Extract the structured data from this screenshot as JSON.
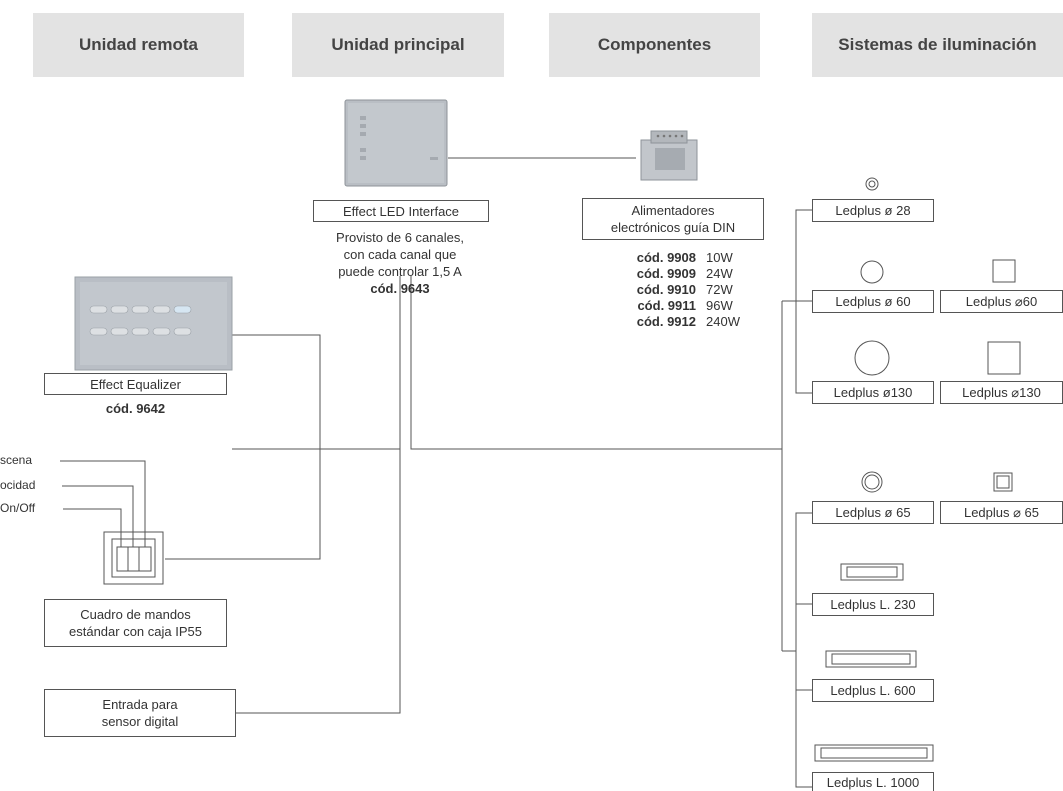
{
  "headers": [
    "Unidad remota",
    "Unidad principal",
    "Componentes",
    "Sistemas de iluminación"
  ],
  "interface": {
    "name": "Effect LED Interface",
    "desc1": "Provisto de 6 canales,",
    "desc2": "con cada canal que",
    "desc3": "puede controlar 1,5 A",
    "code": "cód. 9643"
  },
  "psu": {
    "title1": "Alimentadores",
    "title2": "electrónicos guía DIN",
    "items": [
      {
        "code": "cód. 9908",
        "watt": "10W"
      },
      {
        "code": "cód. 9909",
        "watt": "24W"
      },
      {
        "code": "cód. 9910",
        "watt": "72W"
      },
      {
        "code": "cód. 9911",
        "watt": "96W"
      },
      {
        "code": "cód. 9912",
        "watt": "240W"
      }
    ]
  },
  "equalizer": {
    "name": "Effect Equalizer",
    "code": "cód. 9642"
  },
  "switch_labels": [
    "scena",
    "ocidad",
    "On/Off"
  ],
  "control_box": {
    "line1": "Cuadro de mandos",
    "line2": "estándar con caja IP55"
  },
  "sensor": {
    "line1": "Entrada para",
    "line2": "sensor digital"
  },
  "lights": {
    "l28": "Ledplus ø 28",
    "l60": "Ledplus ø 60",
    "sq60": "Ledplus ⌀60",
    "l130": "Ledplus ø130",
    "sq130": "Ledplus ⌀130",
    "l65": "Ledplus ø 65",
    "sq65": "Ledplus ⌀ 65",
    "l230": "Ledplus L. 230",
    "l600": "Ledplus L. 600",
    "l1000": "Ledplus L. 1000"
  },
  "colors": {
    "header_bg": "#e3e3e3",
    "device_body": "#b9bec4",
    "line": "#555555"
  }
}
